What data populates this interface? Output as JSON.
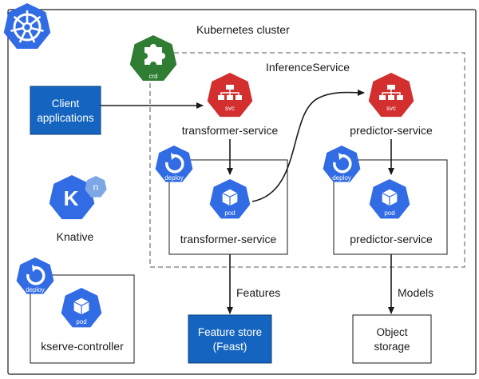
{
  "cluster_label": "Kubernetes cluster",
  "inference_label": "InferenceService",
  "client": {
    "line1": "Client",
    "line2": "applications"
  },
  "knative": {
    "label": "Knative",
    "letter": "K",
    "badge": "n"
  },
  "transformer": {
    "svc_label": "transformer-service",
    "deploy_label": "transformer-service"
  },
  "predictor": {
    "svc_label": "predictor-service",
    "deploy_label": "predictor-service"
  },
  "controller_label": "kserve-controller",
  "edges": {
    "features": "Features",
    "models": "Models"
  },
  "feature_store": {
    "line1": "Feature store",
    "line2": "(Feast)"
  },
  "object_storage": {
    "line1": "Object",
    "line2": "storage"
  },
  "icons": {
    "svc": "svc",
    "deploy": "deploy",
    "pod": "pod",
    "crd": "crd"
  },
  "colors": {
    "k8s_blue": "#326ce5",
    "box_blue": "#1565c0",
    "svc_red": "#d32f2f",
    "crd_green": "#2e7d32",
    "knative_badge": "#7ea7e6"
  }
}
